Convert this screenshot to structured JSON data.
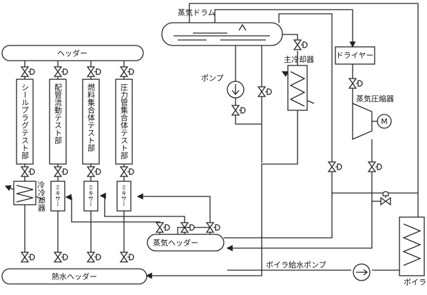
{
  "labels": {
    "steam_drum": "蒸気ドラム",
    "header": "ヘッダー",
    "pump": "ポンプ",
    "main_cooler": "主冷却器",
    "dryer": "ドライヤー",
    "steam_compressor": "蒸気圧縮器",
    "motor": "M",
    "cooler": "冷却器",
    "steam_header": "蒸気ヘッダー",
    "hot_water_header": "熱水ヘッダー",
    "boiler_feed_pump": "ボイラ給水ポンプ",
    "boiler": "ボイラ"
  },
  "test_sections": [
    {
      "label": "シールプラグテスト部"
    },
    {
      "label": "配管流動テスト部"
    },
    {
      "label": "燃料集合体テスト部"
    },
    {
      "label": "圧力管集合体テスト部"
    }
  ],
  "mixers": [
    {
      "label": "ミキサー"
    },
    {
      "label": "ミキサー"
    },
    {
      "label": "ミキサー"
    }
  ]
}
